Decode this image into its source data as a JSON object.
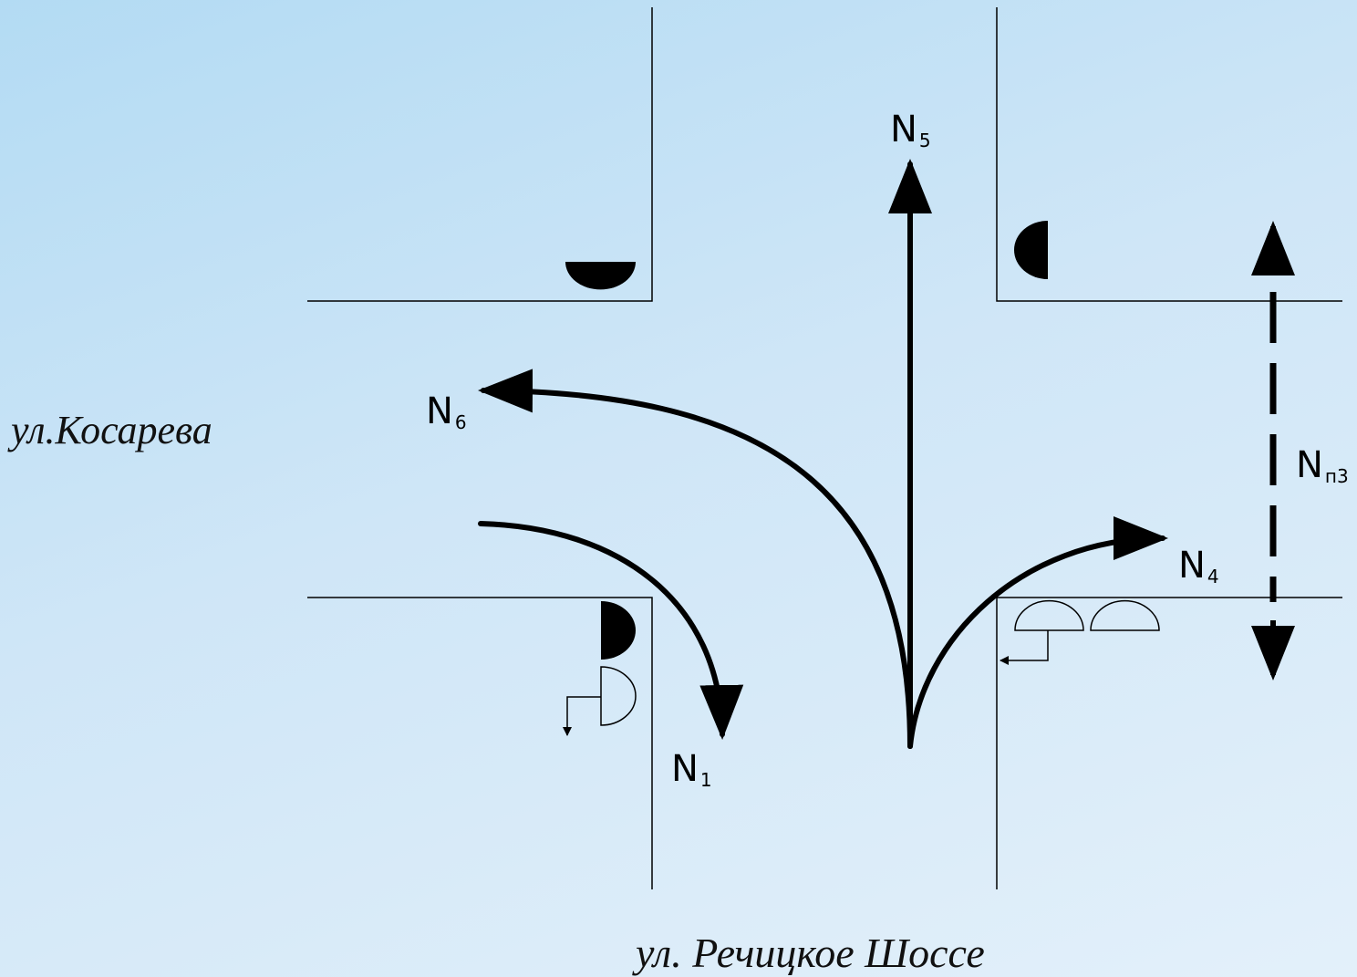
{
  "streets": {
    "left": "ул.Косарева",
    "bottom": "ул. Речицкое Шоссе"
  },
  "flows": [
    {
      "id": "n5",
      "main": "N",
      "sub": "5"
    },
    {
      "id": "n6",
      "main": "N",
      "sub": "6"
    },
    {
      "id": "n4",
      "main": "N",
      "sub": "4"
    },
    {
      "id": "n1",
      "main": "N",
      "sub": "1"
    },
    {
      "id": "npz",
      "main": "N",
      "sub": "п3"
    }
  ],
  "colors": {
    "line": "#000000",
    "background_top": "#b3dbf3",
    "background_bottom": "#e3f0fa"
  }
}
